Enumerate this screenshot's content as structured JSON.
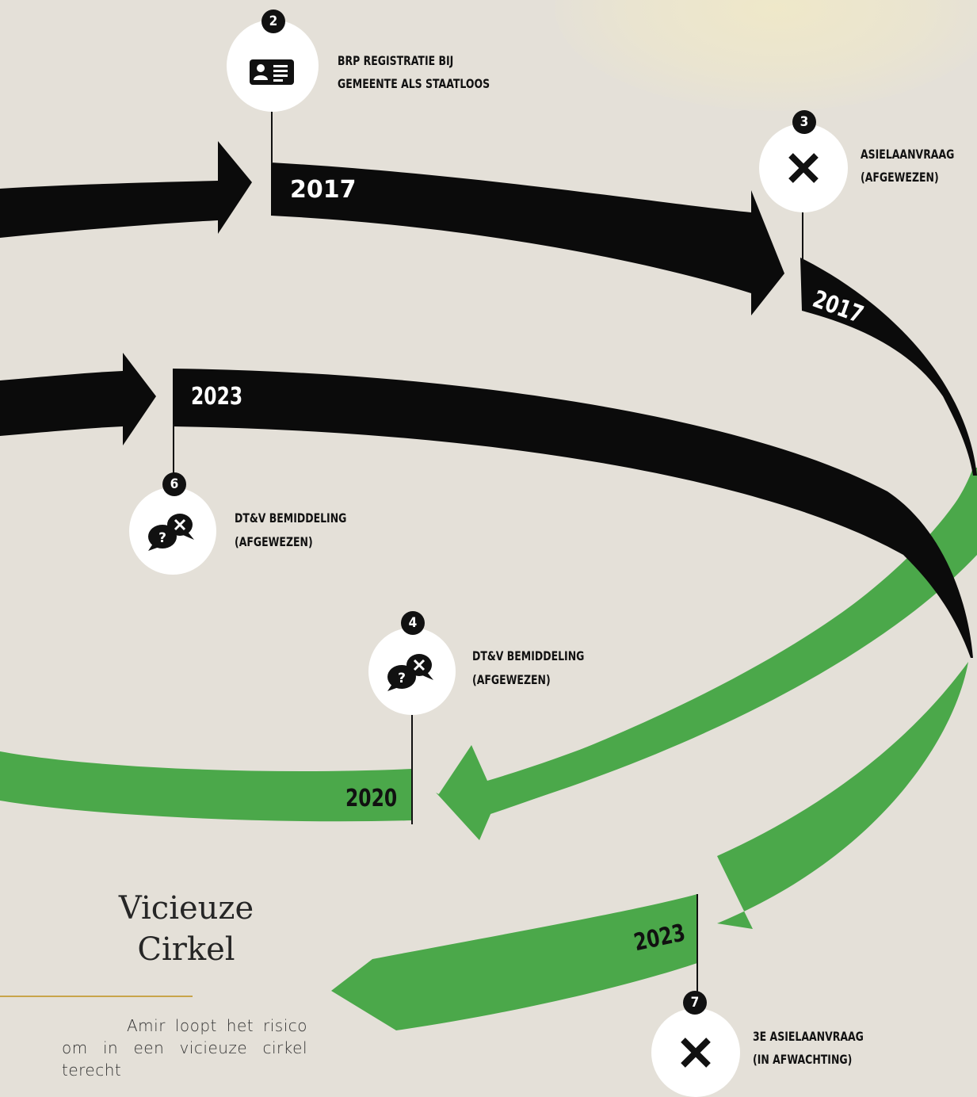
{
  "colors": {
    "background": "#e4e0d8",
    "arrow_dark": "#0b0b0b",
    "arrow_green": "#4ba84a",
    "accent_rule": "#c8a54a"
  },
  "steps": [
    {
      "number": "2",
      "icon": "id-card-icon",
      "label_line1": "BRP REGISTRATIE BIJ",
      "label_line2": "GEMEENTE ALS STAATLOOS",
      "year": "2017"
    },
    {
      "number": "3",
      "icon": "cross-icon",
      "label_line1": "ASIELAANVRAAG",
      "label_line2": "(AFGEWEZEN)",
      "year": "2017"
    },
    {
      "number": "4",
      "icon": "chat-bubbles-icon",
      "label_line1": "DT&V BEMIDDELING",
      "label_line2": "(AFGEWEZEN)",
      "year": "2020"
    },
    {
      "number": "6",
      "icon": "chat-bubbles-icon",
      "label_line1": "DT&V BEMIDDELING",
      "label_line2": "(AFGEWEZEN)",
      "year": "2023"
    },
    {
      "number": "7",
      "icon": "cross-icon",
      "label_line1": "3E ASIELAANVRAAG",
      "label_line2": "(IN AFWACHTING)",
      "year": "2023"
    }
  ],
  "title_line1": "Vicieuze",
  "title_line2": "Cirkel",
  "paragraph": "Amir loopt het risico om in een vicieuze cirkel terecht"
}
